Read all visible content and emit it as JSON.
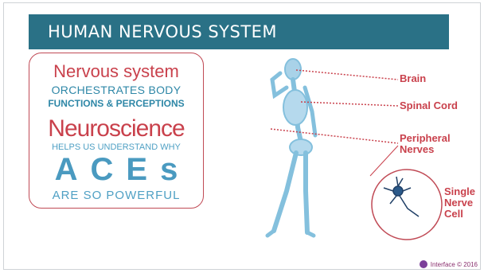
{
  "title": "HUMAN NERVOUS SYSTEM",
  "panel": {
    "line1": "Nervous system",
    "line2": "ORCHESTRATES BODY",
    "line3": "FUNCTIONS & PERCEPTIONS",
    "line4": "Neuroscience",
    "line5": "HELPS US UNDERSTAND WHY",
    "line6": "ACEs",
    "line7": "ARE SO POWERFUL"
  },
  "labels": {
    "brain": "Brain",
    "spinal_cord": "Spinal Cord",
    "peripheral_1": "Peripheral",
    "peripheral_2": "Nerves",
    "cell_1": "Single",
    "cell_2": "Nerve",
    "cell_3": "Cell"
  },
  "footer": {
    "logo": "Interface © 2016"
  },
  "colors": {
    "title_bar": "#2a7186",
    "accent_red": "#c9414c",
    "accent_blue": "#2e87a7"
  },
  "icons": [
    "skeleton-nervous-system-figure",
    "neuron-icon"
  ]
}
